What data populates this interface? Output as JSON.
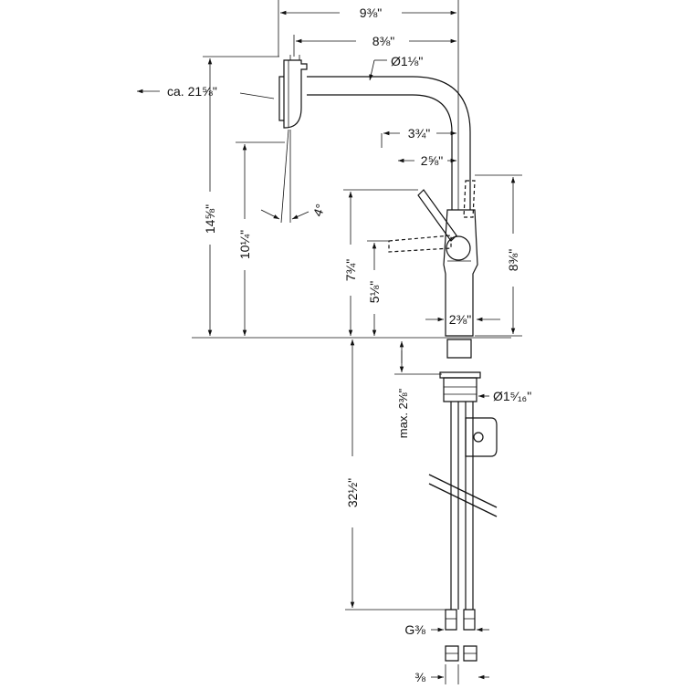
{
  "diagram": {
    "dimensions": {
      "overall_width": "9⅜\"",
      "spout_reach": "8⅜\"",
      "spout_diameter": "Ø1⅛\"",
      "pullout_length": "ca. 21⅝\"",
      "lever_reach": "3¾\"",
      "lever_offset": "2⅝\"",
      "spray_angle": "4°",
      "total_height": "14⅝\"",
      "outlet_height": "10¼\"",
      "lever_height": "7¾\"",
      "lever_low_height": "5⅛\"",
      "body_height": "8⅜\"",
      "base_diameter": "2⅜\"",
      "max_deck_thickness": "max. 2⅜\"",
      "hole_diameter": "Ø1⁵⁄₁₆\"",
      "hose_length": "32½\"",
      "connection_thread": "G⅜",
      "connection_size": "⅜"
    }
  }
}
